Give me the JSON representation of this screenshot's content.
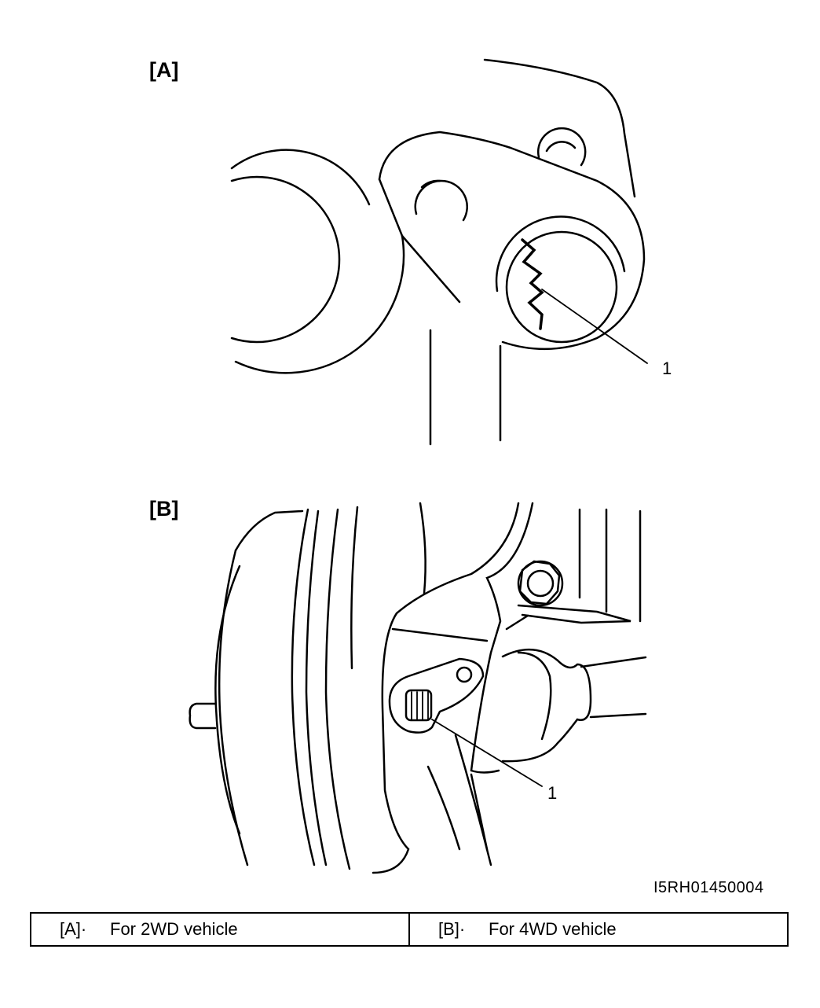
{
  "figure": {
    "panel_a_label": "[A]",
    "panel_b_label": "[B]",
    "callout_a": "1",
    "callout_b": "1",
    "figure_code": "I5RH01450004"
  },
  "legend": {
    "items": [
      {
        "key": "[A]·",
        "text": "For 2WD vehicle"
      },
      {
        "key": "[B]·",
        "text": "For 4WD vehicle"
      }
    ]
  }
}
